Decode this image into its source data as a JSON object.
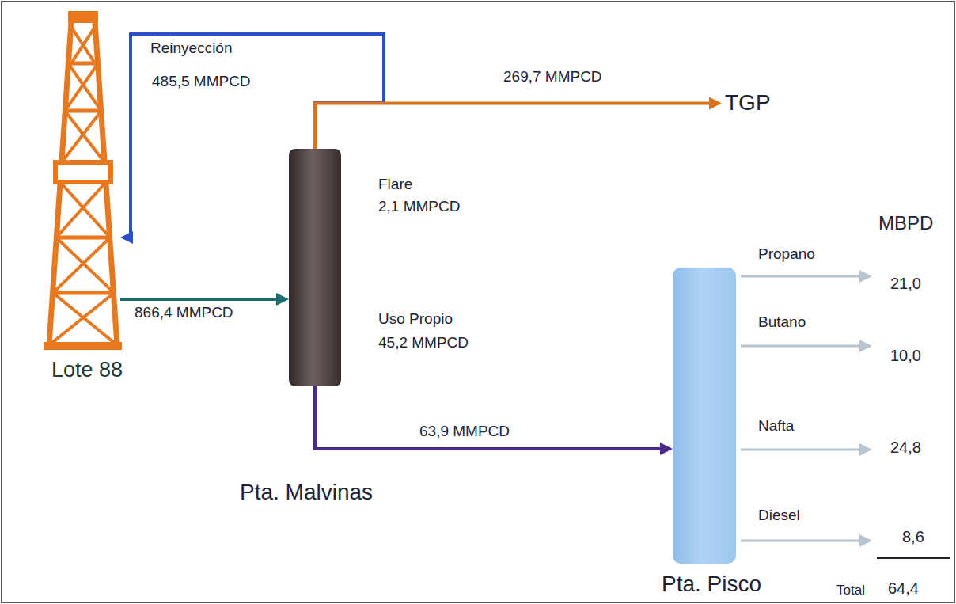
{
  "diagram": {
    "nodes": [
      {
        "text": [
          "Lote 88"
        ]
      },
      {
        "text": [
          "Pta. Malvinas"
        ]
      },
      {
        "text": [
          "Pta. Pisco"
        ]
      },
      {
        "text": [
          "TGP"
        ]
      }
    ],
    "edges": [
      {
        "from": 0,
        "to": 1,
        "label": "866,4 MMPCD",
        "arrow": "to"
      },
      {
        "from": 1,
        "to": 0,
        "label": "Reinyección",
        "arrow": "to"
      },
      {
        "from": 1,
        "to": 3,
        "label": "269,7 MMPCD",
        "arrow": "to"
      },
      {
        "from": 1,
        "to": 2,
        "label": "63,9 MMPCD",
        "arrow": "to"
      }
    ],
    "labels": [
      "485,5 MMPCD",
      "Flare",
      "2,1 MMPCD",
      "Uso Propio",
      "45,2 MMPCD",
      "MBPD",
      "Propano",
      "21,0",
      "Butano",
      "10,0",
      "Nafta",
      "24,8",
      "Diesel",
      "8,6",
      "Total",
      "64,4"
    ]
  }
}
